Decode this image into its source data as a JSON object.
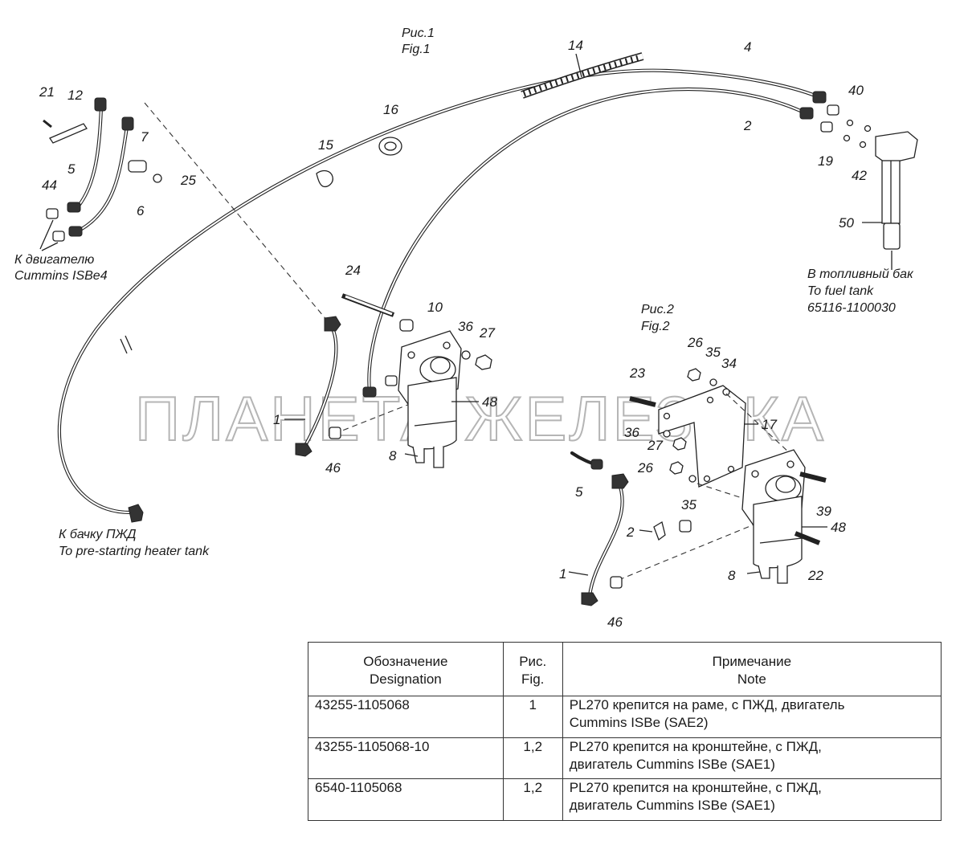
{
  "figure1": {
    "caption_ru": "Рис.1",
    "caption_en": "Fig.1"
  },
  "figure2": {
    "caption_ru": "Рис.2",
    "caption_en": "Fig.2"
  },
  "callouts": {
    "engine_ru": "К двигателю",
    "engine_en": "Cummins ISBe4",
    "tank_ru": "В топливный бак",
    "tank_en": "To fuel tank",
    "tank_code": "65116-1100030",
    "heater_ru": "К бачку ПЖД",
    "heater_en": "To pre-starting heater tank"
  },
  "watermark": "ПЛАНЕТА ЖЕЛЕЗЯКА",
  "part_numbers": {
    "p21": "21",
    "p12": "12",
    "p5": "5",
    "p7": "7",
    "p25": "25",
    "p44": "44",
    "p6": "6",
    "p15": "15",
    "p16": "16",
    "p14": "14",
    "p4": "4",
    "p2": "2",
    "p40": "40",
    "p19": "19",
    "p42": "42",
    "p50": "50",
    "p24": "24",
    "p10": "10",
    "p36": "36",
    "p27": "27",
    "p48": "48",
    "p1": "1",
    "p46": "46",
    "p8": "8",
    "f2_26a": "26",
    "f2_35a": "35",
    "f2_34": "34",
    "f2_23": "23",
    "f2_17": "17",
    "f2_36": "36",
    "f2_27": "27",
    "f2_26b": "26",
    "f2_5": "5",
    "f2_35b": "35",
    "f2_39": "39",
    "f2_2": "2",
    "f2_48": "48",
    "f2_22": "22",
    "f2_8": "8",
    "f2_1": "1",
    "f2_46": "46"
  },
  "table": {
    "headers": {
      "designation_ru": "Обозначение",
      "designation_en": "Designation",
      "fig_ru": "Рис.",
      "fig_en": "Fig.",
      "note_ru": "Примечание",
      "note_en": "Note"
    },
    "rows": [
      {
        "designation": "43255-1105068",
        "fig": "1",
        "note_1": "PL270 крепится на раме, с ПЖД, двигатель",
        "note_2": "Cummins ISBe (SAE2)"
      },
      {
        "designation": "43255-1105068-10",
        "fig": "1,2",
        "note_1": "PL270 крепится на кронштейне, с ПЖД,",
        "note_2": "двигатель Cummins ISBe (SAE1)"
      },
      {
        "designation": "6540-1105068",
        "fig": "1,2",
        "note_1": "PL270 крепится на кронштейне, с ПЖД,",
        "note_2": "двигатель Cummins ISBe (SAE1)"
      }
    ]
  }
}
